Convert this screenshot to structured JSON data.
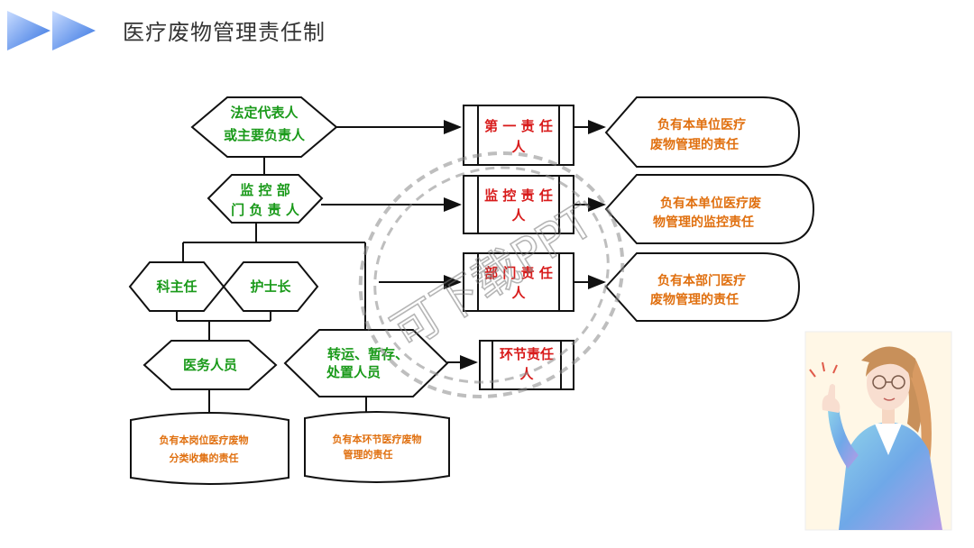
{
  "header": {
    "title": "医疗废物管理责任制"
  },
  "diagram": {
    "roles": {
      "legal_rep_line1": "法定代表人",
      "legal_rep_line2": "或主要负责人",
      "monitor_line1": "监 控 部",
      "monitor_line2": "门 负 责 人",
      "director": "科主任",
      "head_nurse": "护士长",
      "medical_staff": "医务人员",
      "transport_line1": "转运、暂存、",
      "transport_line2": "处置人员"
    },
    "responsible": {
      "first_line1": "第 一 责 任",
      "first_line2": "人",
      "monitor_line1": "监 控 责 任",
      "monitor_line2": "人",
      "department_line1": "部 门 责 任",
      "department_line2": "人",
      "link_line1": "环节责任",
      "link_line2": "人"
    },
    "duties": {
      "first_line1": "负有本单位医疗",
      "first_line2": "废物管理的责任",
      "monitor_line1": "负有本单位医疗废",
      "monitor_line2": "物管理的监控责任",
      "department_line1": "负有本部门医疗",
      "department_line2": "废物管理的责任",
      "staff_line1": "负有本岗位医疗废物",
      "staff_line2": "分类收集的责任",
      "transport_line1": "负有本环节医疗废物",
      "transport_line2": "管理的责任"
    },
    "watermark": "可下载PPT"
  },
  "colors": {
    "green_text": "#1a9a1a",
    "red_text": "#d81b1b",
    "orange_text": "#e07010",
    "accent_blue": "#3a7be0"
  }
}
